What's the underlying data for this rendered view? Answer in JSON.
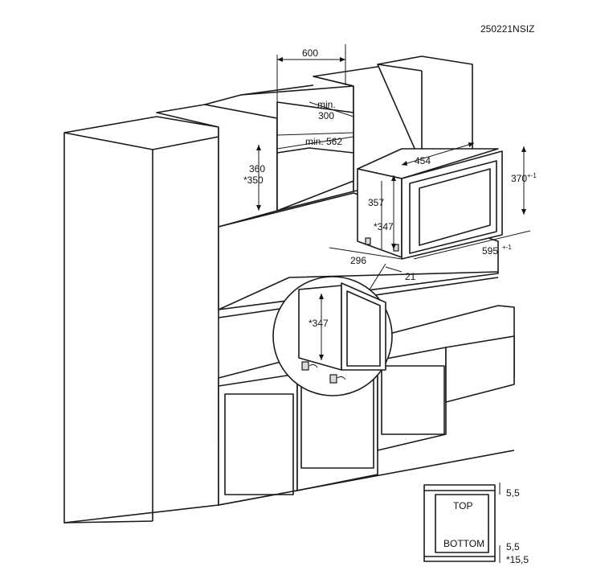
{
  "drawing_code": "250221NSIZ",
  "dimensions": {
    "niche_width": "600",
    "niche_depth_min": "min.",
    "niche_depth_min_value": "300",
    "niche_width_min": "min. 562",
    "niche_height_a": "360",
    "niche_height_b": "*350",
    "appliance_width": "454",
    "appliance_height_outer": "357",
    "appliance_height_inner": "*347",
    "front_height": "370",
    "front_height_tol": "+-1",
    "front_width": "595",
    "front_width_tol": "+-1",
    "depth": "296",
    "front_offset": "21",
    "detail_height": "*347"
  },
  "section": {
    "top_label": "TOP",
    "bottom_label": "BOTTOM",
    "gap_top": "5,5",
    "gap_bottom": "5,5",
    "gap_bottom_star": "*15,5"
  }
}
